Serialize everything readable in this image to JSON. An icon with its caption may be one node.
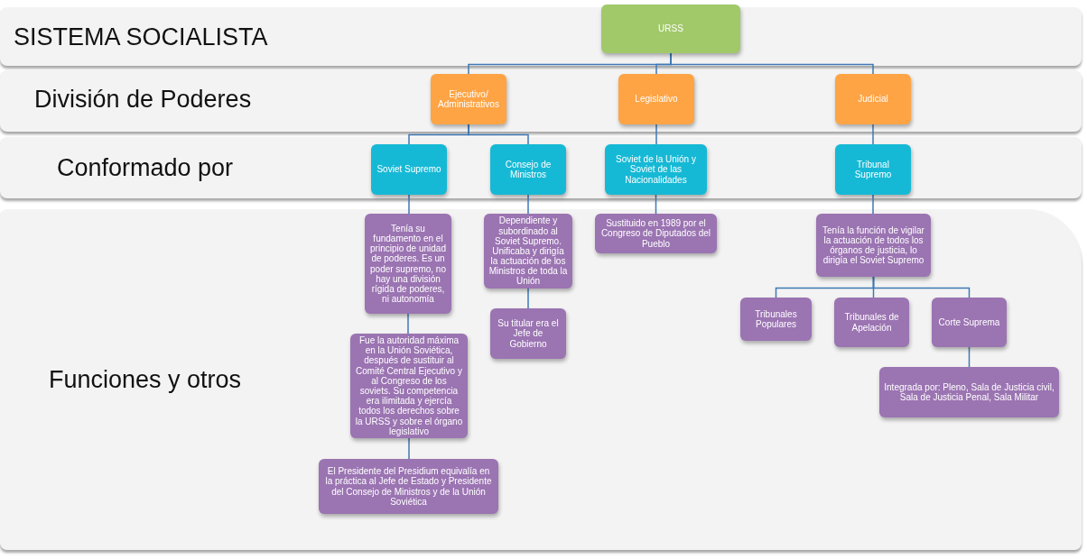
{
  "diagram": {
    "nodes": [
      {
        "text": [
          "URSS"
        ]
      },
      {
        "text": [
          "Ejecutivo/ Administrativos"
        ]
      },
      {
        "text": [
          "Legislativo"
        ]
      },
      {
        "text": [
          "Judicial"
        ]
      },
      {
        "text": [
          "Soviet Supremo"
        ]
      },
      {
        "text": [
          "Consejo de Ministros"
        ]
      },
      {
        "text": [
          "Soviet de la Unión y Soviet de las Nacionalidades"
        ]
      },
      {
        "text": [
          "Tribunal Supremo"
        ]
      },
      {
        "text": [
          "Tenía su fundamento en el principio de unidad de poderes. Es un poder supremo, no hay una división rígida de poderes, ni autonomía"
        ]
      },
      {
        "text": [
          "Fue la autoridad máxima en la Unión Soviética, después de sustituir al Comité Central Ejecutivo y al Congreso de los soviets. Su competencia era ilimitada y ejercía todos los derechos sobre la URSS y sobre el órgano legislativo"
        ]
      },
      {
        "text": [
          "El Presidente del Presidium equivalía en la práctica al Jefe de Estado y Presidente del Consejo de Ministros y de la Unión Soviética"
        ]
      },
      {
        "text": [
          "Dependiente y subordinado al Soviet Supremo. Unificaba y dirigía la actuación de los Ministros de toda la Unión"
        ]
      },
      {
        "text": [
          "Su titular era el Jefe de Gobierno"
        ]
      },
      {
        "text": [
          "Sustituido en 1989  por el Congreso de Diputados del Pueblo"
        ]
      },
      {
        "text": [
          "Tenía la función de vigilar la actuación de todos los órganos de justicia, lo dirigía el Soviet Supremo"
        ]
      },
      {
        "text": [
          "Tribunales Populares"
        ]
      },
      {
        "text": [
          "Tribunales de Apelación"
        ]
      },
      {
        "text": [
          "Corte Suprema"
        ]
      },
      {
        "text": [
          "Integrada por: Pleno, Sala de Justicia civil, Sala de Justicia Penal, Sala Militar"
        ]
      }
    ],
    "edges": [
      {
        "from": 0,
        "to": 1,
        "arrow": "none"
      },
      {
        "from": 0,
        "to": 2,
        "arrow": "none"
      },
      {
        "from": 0,
        "to": 3,
        "arrow": "none"
      },
      {
        "from": 1,
        "to": 4,
        "arrow": "none"
      },
      {
        "from": 1,
        "to": 5,
        "arrow": "none"
      },
      {
        "from": 2,
        "to": 6,
        "arrow": "none"
      },
      {
        "from": 3,
        "to": 7,
        "arrow": "none"
      },
      {
        "from": 4,
        "to": 8,
        "arrow": "none"
      },
      {
        "from": 8,
        "to": 9,
        "arrow": "none"
      },
      {
        "from": 9,
        "to": 10,
        "arrow": "none"
      },
      {
        "from": 5,
        "to": 11,
        "arrow": "none"
      },
      {
        "from": 11,
        "to": 12,
        "arrow": "none"
      },
      {
        "from": 6,
        "to": 13,
        "arrow": "none"
      },
      {
        "from": 7,
        "to": 14,
        "arrow": "none"
      },
      {
        "from": 14,
        "to": 15,
        "arrow": "none"
      },
      {
        "from": 14,
        "to": 16,
        "arrow": "none"
      },
      {
        "from": 14,
        "to": 17,
        "arrow": "none"
      },
      {
        "from": 17,
        "to": 18,
        "arrow": "none"
      }
    ],
    "labels": [
      "SISTEMA SOCIALISTA",
      "División de Poderes",
      "Conformado por",
      "Funciones y otros"
    ]
  }
}
